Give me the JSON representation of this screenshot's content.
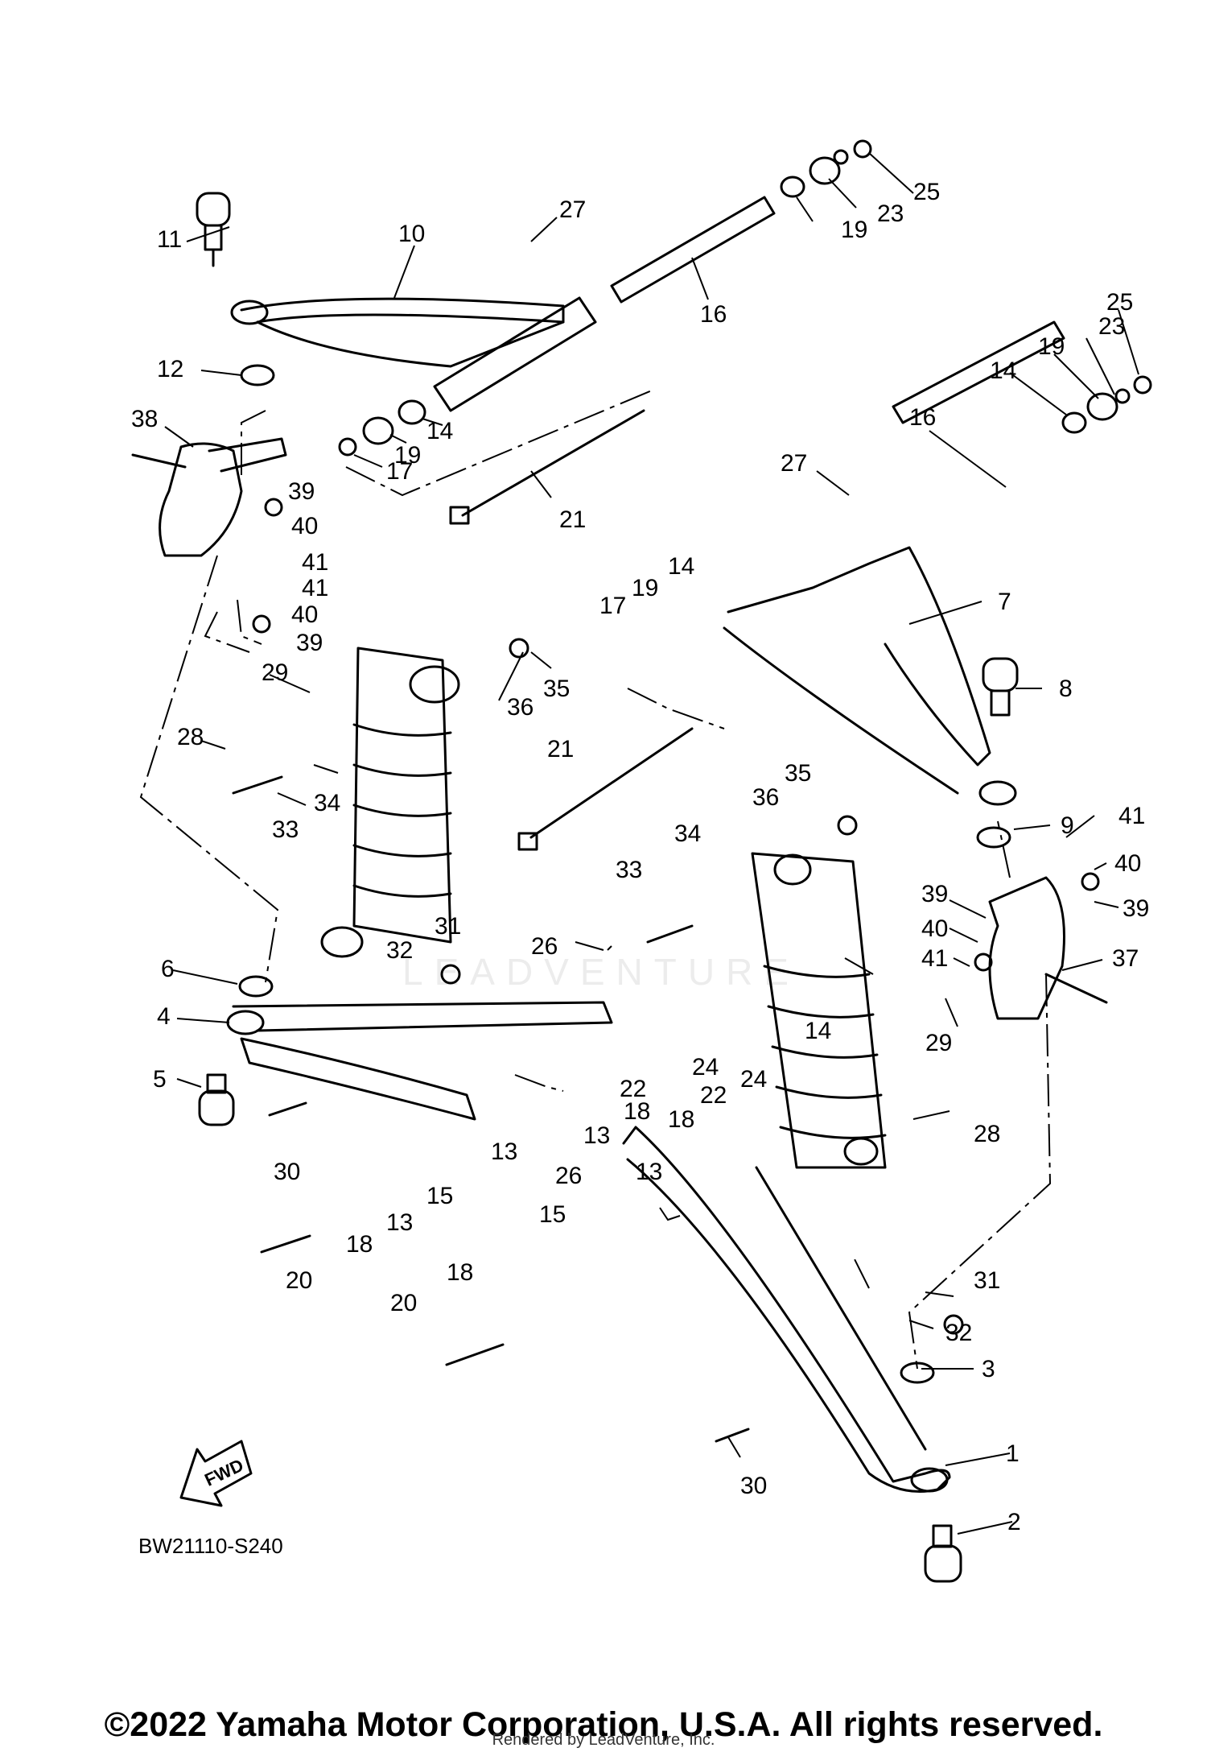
{
  "diagram": {
    "code": "BW21110-S240",
    "fwd_label": "FWD",
    "watermark": "LEADVENTURE",
    "callouts": [
      "1",
      "2",
      "3",
      "4",
      "5",
      "6",
      "7",
      "8",
      "9",
      "10",
      "11",
      "12",
      "13",
      "13",
      "13",
      "13",
      "14",
      "14",
      "14",
      "14",
      "15",
      "15",
      "16",
      "16",
      "17",
      "17",
      "18",
      "18",
      "18",
      "18",
      "19",
      "19",
      "19",
      "19",
      "20",
      "20",
      "21",
      "21",
      "22",
      "22",
      "23",
      "23",
      "24",
      "24",
      "25",
      "25",
      "26",
      "26",
      "27",
      "27",
      "28",
      "28",
      "29",
      "29",
      "30",
      "30",
      "31",
      "31",
      "32",
      "32",
      "33",
      "33",
      "34",
      "34",
      "35",
      "35",
      "36",
      "36",
      "37",
      "38",
      "39",
      "39",
      "39",
      "39",
      "40",
      "40",
      "40",
      "40",
      "41",
      "41",
      "41",
      "41"
    ]
  },
  "footer": {
    "copyright": "©2022 Yamaha Motor Corporation, U.S.A. All rights reserved.",
    "rendered_by": "Rendered by LeadVenture, Inc."
  }
}
